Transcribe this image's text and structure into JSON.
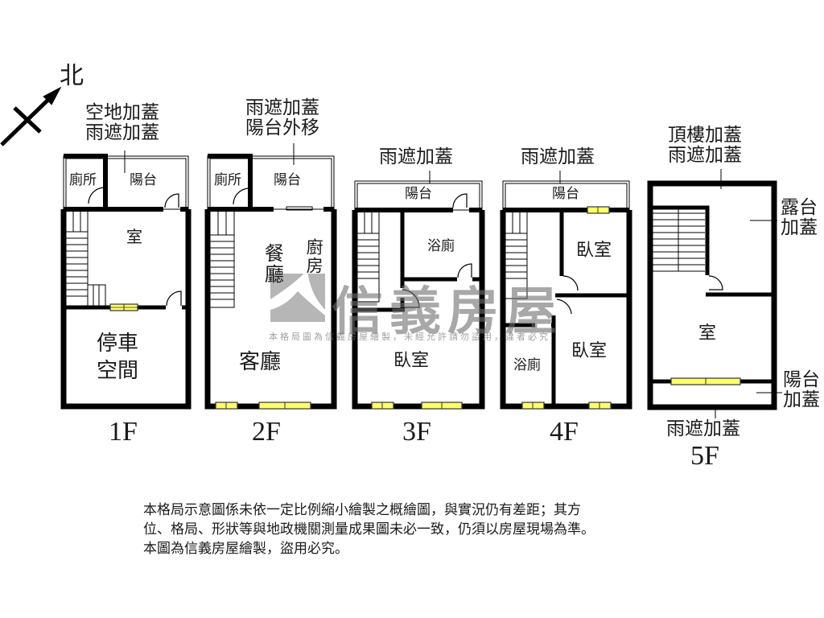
{
  "compass": {
    "label": "北",
    "icon": "north-arrow-icon"
  },
  "watermark": {
    "brand": "信義房屋",
    "notice": "本格局圖為信義房屋繪製，未經允許請勿盜用，違者必究",
    "logo_color": "#a6a6a6"
  },
  "colors": {
    "wall": "#000000",
    "window": "#ffff66",
    "window_border": "#333333",
    "background": "#ffffff"
  },
  "floors": [
    {
      "id": "1F",
      "label": "1F",
      "annotations": [
        {
          "text_line1": "空地加蓋",
          "text_line2": "雨遮加蓋"
        }
      ],
      "rooms": [
        {
          "name": "廁所"
        },
        {
          "name": "陽台"
        },
        {
          "name": "室"
        },
        {
          "name": "停車",
          "name2": "空間"
        }
      ]
    },
    {
      "id": "2F",
      "label": "2F",
      "annotations": [
        {
          "text_line1": "雨遮加蓋",
          "text_line2": "陽台外移"
        }
      ],
      "rooms": [
        {
          "name": "廁所"
        },
        {
          "name": "陽台"
        },
        {
          "name": "餐廳"
        },
        {
          "name": "廚房"
        },
        {
          "name": "客廳"
        }
      ]
    },
    {
      "id": "3F",
      "label": "3F",
      "annotations": [
        {
          "text_line1": "雨遮加蓋"
        }
      ],
      "rooms": [
        {
          "name": "陽台"
        },
        {
          "name": "浴廁"
        },
        {
          "name": "臥室"
        }
      ]
    },
    {
      "id": "4F",
      "label": "4F",
      "annotations": [
        {
          "text_line1": "雨遮加蓋"
        }
      ],
      "rooms": [
        {
          "name": "陽台"
        },
        {
          "name": "臥室"
        },
        {
          "name": "臥室"
        },
        {
          "name": "浴廁"
        }
      ]
    },
    {
      "id": "5F",
      "label": "5F",
      "annotations": [
        {
          "text_line1": "頂樓加蓋",
          "text_line2": "雨遮加蓋"
        },
        {
          "text_line1": "露台",
          "text_line2": "加蓋"
        },
        {
          "text_line1": "陽台",
          "text_line2": "加蓋"
        },
        {
          "text_line1": "雨遮加蓋"
        }
      ],
      "rooms": [
        {
          "name": "室"
        }
      ]
    }
  ],
  "disclaimer": {
    "line1": "本格局示意圖係未依一定比例縮小繪製之概繪圖，與實況仍有差距；其方",
    "line2": "位、格局、形狀等與地政機關測量成果圖未必一致，仍須以房屋現場為準。",
    "line3": "本圖為信義房屋繪製，盜用必究。"
  }
}
